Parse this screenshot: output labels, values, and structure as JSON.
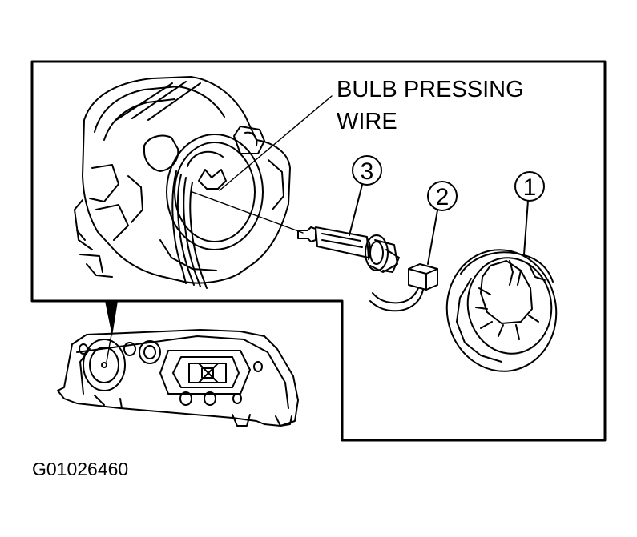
{
  "callout": {
    "line1": "BULB PRESSING",
    "line2": "WIRE"
  },
  "parts": [
    {
      "id": "3"
    },
    {
      "id": "2"
    },
    {
      "id": "1"
    }
  ],
  "figure_code": "G01026460"
}
